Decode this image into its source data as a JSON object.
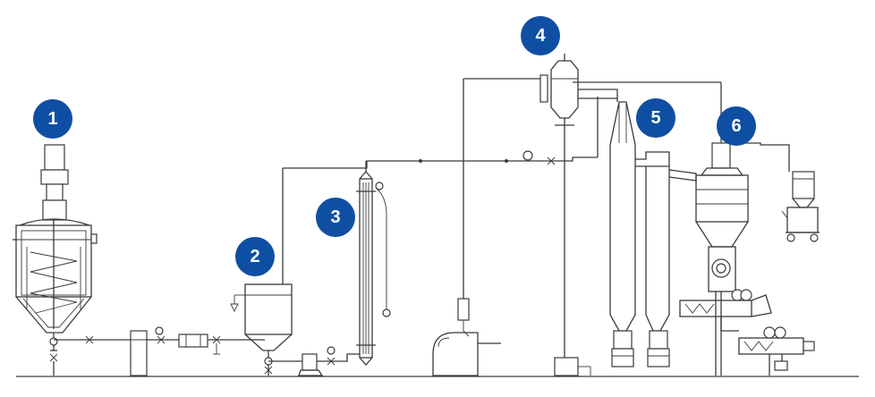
{
  "colors": {
    "badge": "#0f4fa3",
    "line": "#3a3a3a",
    "background": "#ffffff"
  },
  "steps": [
    {
      "number": "1"
    },
    {
      "number": "2"
    },
    {
      "number": "3"
    },
    {
      "number": "4"
    },
    {
      "number": "5"
    },
    {
      "number": "6"
    }
  ]
}
